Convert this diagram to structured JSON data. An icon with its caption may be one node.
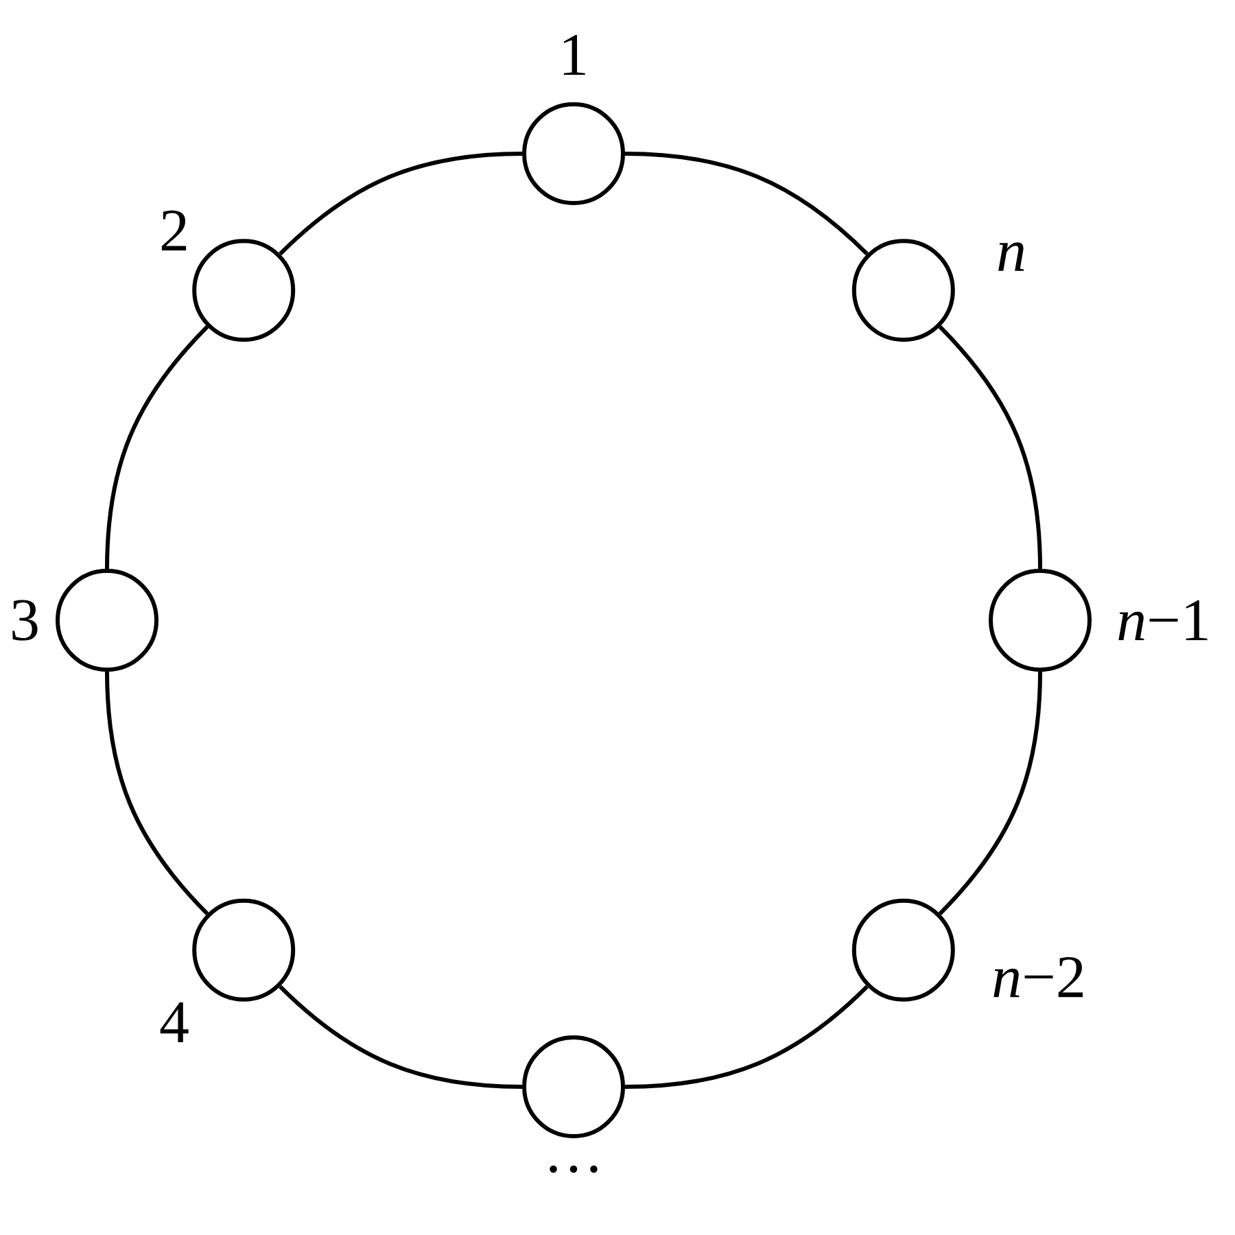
{
  "diagram": {
    "nodes": [
      {
        "text": [],
        "shape": "circle",
        "beside": [
          "1"
        ]
      },
      {
        "text": [],
        "shape": "circle",
        "beside": [
          "2"
        ]
      },
      {
        "text": [],
        "shape": "circle",
        "beside": [
          "3"
        ]
      },
      {
        "text": [],
        "shape": "circle",
        "beside": [
          "4"
        ]
      },
      {
        "text": [],
        "shape": "circle",
        "beside": [
          "…"
        ]
      },
      {
        "text": [],
        "shape": "circle",
        "beside": [
          "*n*−2"
        ]
      },
      {
        "text": [],
        "shape": "circle",
        "beside": [
          "*n*−1"
        ]
      },
      {
        "text": [],
        "shape": "circle",
        "beside": [
          "*n*"
        ]
      }
    ],
    "edges": [
      {
        "from": 0,
        "to": 1,
        "arrow": "none"
      },
      {
        "from": 1,
        "to": 2,
        "arrow": "none"
      },
      {
        "from": 2,
        "to": 3,
        "arrow": "none"
      },
      {
        "from": 3,
        "to": 4,
        "arrow": "none"
      },
      {
        "from": 4,
        "to": 5,
        "arrow": "none"
      },
      {
        "from": 5,
        "to": 6,
        "arrow": "none"
      },
      {
        "from": 6,
        "to": 7,
        "arrow": "none"
      },
      {
        "from": 7,
        "to": 0,
        "arrow": "none"
      }
    ]
  }
}
